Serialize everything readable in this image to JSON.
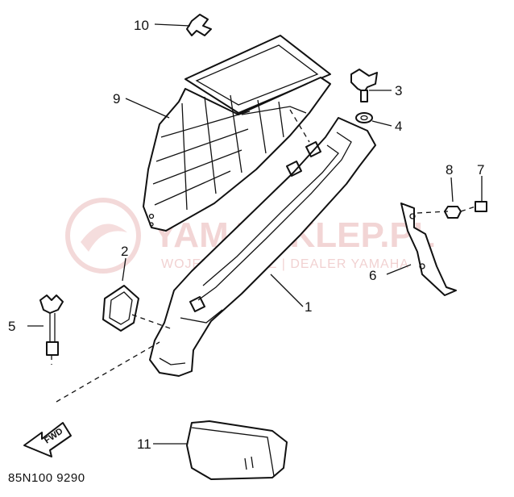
{
  "callouts": {
    "c1": "1",
    "c2": "2",
    "c3": "3",
    "c4": "4",
    "c5": "5",
    "c6": "6",
    "c7": "7",
    "c8": "8",
    "c9": "9",
    "c10": "10",
    "c11": "11"
  },
  "fwd_arrow_text": "FWD",
  "diagram_code": "85N100 9290",
  "watermark": {
    "brand": "YAMA-SKLEP.PL",
    "subtitle": "WOJEWÓDOWSZ | DEALER YAMAHA"
  },
  "colors": {
    "line": "#111111",
    "watermark": "#e8b4b4",
    "background": "#ffffff"
  }
}
